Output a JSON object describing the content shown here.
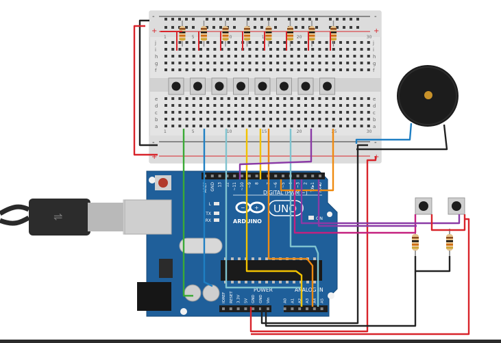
{
  "breadboard": {
    "rail_minus": "-",
    "rail_plus": "+",
    "row_letters_top": [
      "j",
      "i",
      "h",
      "g",
      "f"
    ],
    "row_letters_bottom": [
      "e",
      "d",
      "c",
      "b",
      "a"
    ],
    "column_numbers": [
      "1",
      "",
      "",
      "",
      "5",
      "",
      "",
      "",
      "",
      "10",
      "",
      "",
      "",
      "",
      "15",
      "",
      "",
      "",
      "",
      "20",
      "",
      "",
      "",
      "",
      "25",
      "",
      "",
      "",
      "",
      "30"
    ],
    "resistor_count": 8,
    "button_count": 8
  },
  "arduino": {
    "brand": "ARDUINO",
    "model": "UNO",
    "header_digital": "DIGITAL (PWM ~)",
    "header_power": "POWER",
    "header_analog": "ANALOG IN",
    "top_pins": [
      "AREF",
      "GND",
      "13",
      "12",
      "~11",
      "~10",
      "~9",
      "8",
      "7",
      "~6",
      "~5",
      "4",
      "~3",
      "2",
      "TX▸1",
      "RX◂0"
    ],
    "bottom_pins": [
      "IOREF",
      "RESET",
      "3.3V",
      "5V",
      "GND",
      "GND",
      "Vin",
      "A0",
      "A1",
      "A2",
      "A3",
      "A4",
      "A5"
    ],
    "led_labels": [
      "L",
      "TX",
      "RX"
    ],
    "on_label": "ON"
  },
  "off_board": {
    "buttons": 2,
    "resistors": 2,
    "buzzer": "piezo"
  },
  "colors": {
    "board_blue": "#1f5f9a",
    "breadboard": "#e6e6e6",
    "wire_red": "#d8232a",
    "wire_black": "#222222",
    "wire_green": "#3aaa35",
    "wire_blue": "#1f7fc3",
    "wire_cyan": "#7fc3cf",
    "wire_yellow": "#f2c200",
    "wire_orange": "#ef8a10",
    "wire_purple": "#8a3aa6",
    "wire_magenta": "#c4207f"
  }
}
